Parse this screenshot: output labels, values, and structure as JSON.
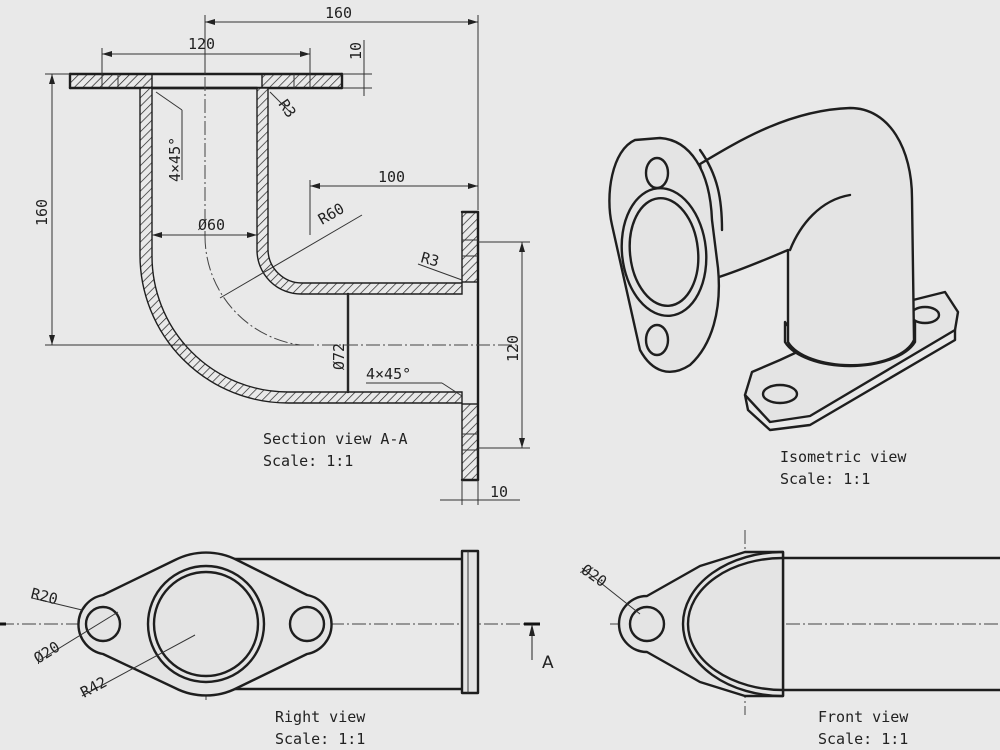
{
  "dimensions": {
    "overall_width": "160",
    "flange_width": "120",
    "flange_thickness": "10",
    "fillet_top": "R3",
    "chamfer_top": "4×45°",
    "overall_height": "160",
    "offset": "100",
    "bore_top": "Ø60",
    "bend_radius": "R60",
    "fillet_side": "R3",
    "bore_side": "Ø72",
    "chamfer_side": "4×45°",
    "flange_height": "120",
    "side_flange_thickness": "10",
    "ear_radius": "R20",
    "hole_dia": "Ø20",
    "flange_radius": "R42",
    "front_hole_dia": "Ø20"
  },
  "section_marker": "A",
  "captions": {
    "section": {
      "title": "Section view A-A",
      "scale": "Scale:  1:1"
    },
    "isometric": {
      "title": "Isometric view",
      "scale": "Scale:  1:1"
    },
    "right": {
      "title": "Right view",
      "scale": "Scale:  1:1"
    },
    "front": {
      "title": "Front view",
      "scale": "Scale:  1:1"
    }
  }
}
